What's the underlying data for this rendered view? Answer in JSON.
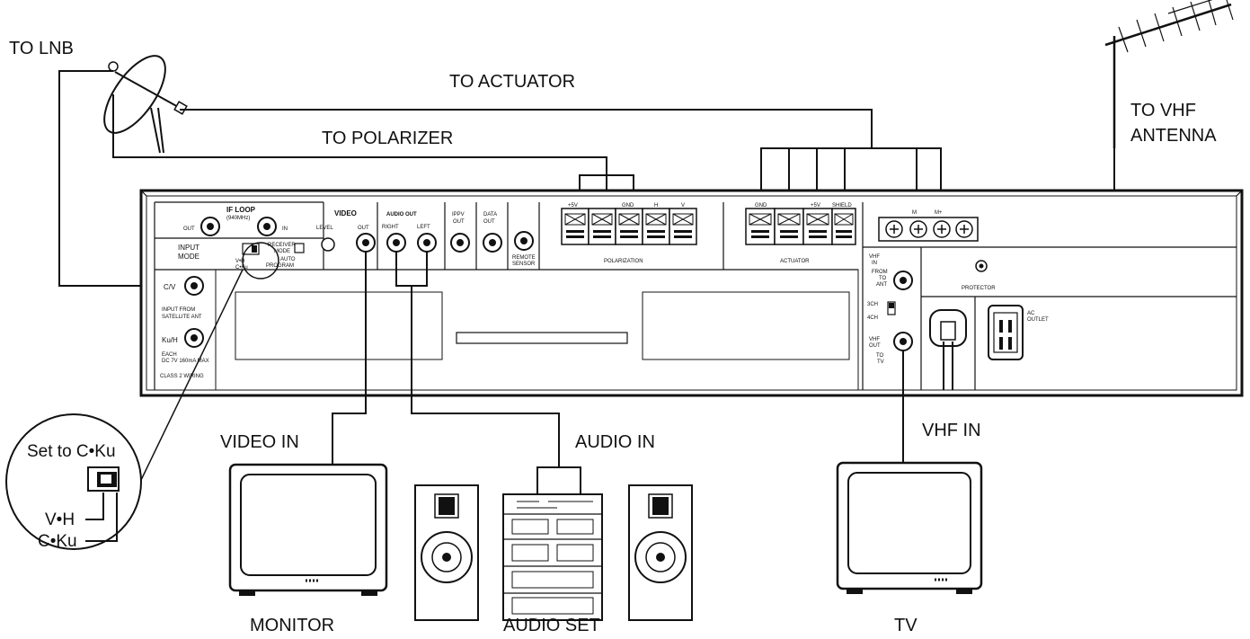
{
  "labels": {
    "to_lnb": "TO LNB",
    "to_actuator": "TO ACTUATOR",
    "to_polarizer": "TO POLARIZER",
    "to_vhf_antenna_1": "TO VHF",
    "to_vhf_antenna_2": "ANTENNA",
    "video_in": "VIDEO IN",
    "audio_in": "AUDIO IN",
    "vhf_in": "VHF IN",
    "monitor": "MONITOR",
    "audio_set": "AUDIO SET",
    "tv": "TV"
  },
  "callout": {
    "title": "Set to C•Ku",
    "opt_vh": "V•H",
    "opt_cku": "C•Ku"
  },
  "panel": {
    "if_loop": "IF LOOP",
    "if_loop_sub": "(940MHz)",
    "out": "OUT",
    "in": "IN",
    "input_mode_1": "INPUT",
    "input_mode_2": "MODE",
    "vh": "V•H",
    "cku": "C•Ku",
    "receiver_mode_1": "RECEIVER",
    "receiver_mode_2": "MODE",
    "auto": "AUTO",
    "program": "PROGRAM",
    "cv": "C/V",
    "input_from_1": "INPUT FROM",
    "input_from_2": "SATELLITE ANT",
    "kuh": "Ku/H",
    "each_1": "EACH",
    "each_2": "DC 7V 160mA MAX",
    "class2": "CLASS 2 WIRING",
    "video": "VIDEO",
    "level": "LEVEL",
    "video_out": "OUT",
    "audio_out": "AUDIO OUT",
    "right": "RIGHT",
    "left": "LEFT",
    "ippv_1": "IPPV",
    "ippv_2": "OUT",
    "data_1": "DATA",
    "data_2": "OUT",
    "remote_1": "REMOTE",
    "remote_2": "SENSOR",
    "polarization": "POLARIZATION",
    "pol_terms": [
      "+5V",
      "",
      "GND",
      "H",
      "V"
    ],
    "actuator": "ACTUATOR",
    "act_terms": [
      "GND",
      "",
      "+5V",
      "SHIELD"
    ],
    "m": "M",
    "mp": "M+",
    "vhf_in_1": "VHF",
    "vhf_in_2": "IN",
    "vhf_in_3": "FROM",
    "vhf_in_4": "TO",
    "vhf_in_5": "ANT",
    "protector": "PROTECTOR",
    "ch3": "3CH",
    "ch4": "4CH",
    "vhf_out_1": "VHF",
    "vhf_out_2": "OUT",
    "vhf_out_3": "TO",
    "vhf_out_4": "TV",
    "ac_outlet_1": "AC",
    "ac_outlet_2": "OUTLET"
  }
}
